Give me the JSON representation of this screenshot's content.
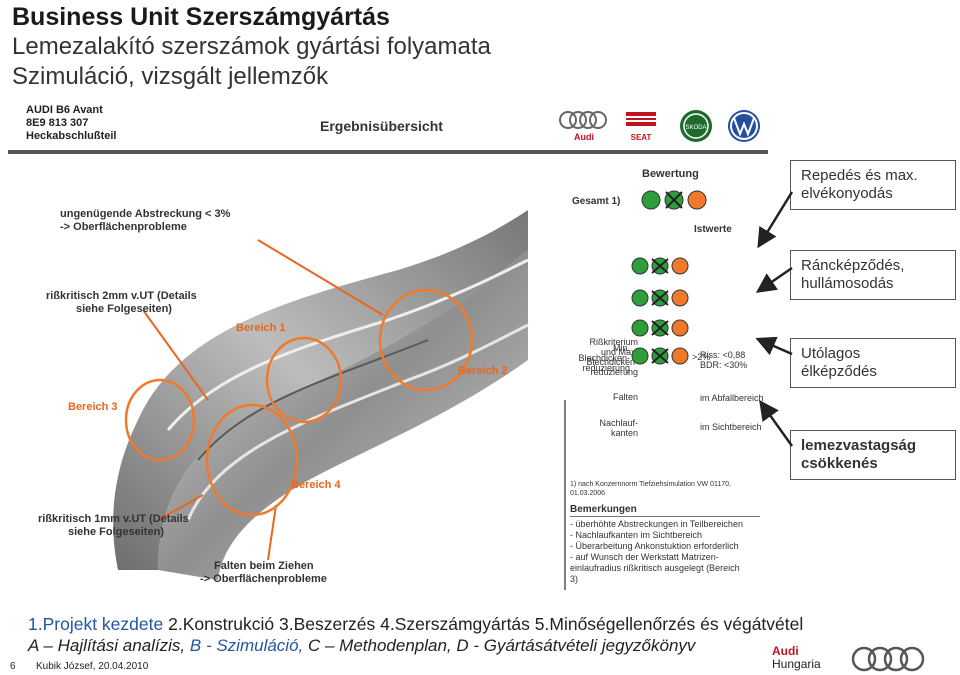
{
  "header": {
    "title": "Business Unit Szerszámgyártás",
    "subtitle1": "Lemezalakító szerszámok gyártási folyamata",
    "subtitle2": "Szimuláció, vizsgált jellemzők"
  },
  "figure": {
    "doc_head": [
      "AUDI B6 Avant",
      "8E9 813 307",
      "Heckabschlußteil"
    ],
    "doc_title": "Ergebnisübersicht",
    "logos": [
      "Audi",
      "SEAT",
      "SKODA",
      "VW"
    ],
    "annotations": {
      "top_left": [
        "ungenügende Abstreckung < 3%",
        "-> Oberflächenprobleme"
      ],
      "mid_left": [
        "rißkritisch 2mm v.UT  (Details",
        "siehe Folgeseiten)"
      ],
      "bottom_left": [
        "rißkritisch 1mm v.UT  (Details",
        "siehe Folgeseiten)"
      ],
      "bottom": [
        "Falten beim Ziehen",
        "-> Oberflächenprobleme"
      ]
    },
    "bereiche": [
      "Bereich 1",
      "Bereich 2",
      "Bereich 3",
      "Bereich 4"
    ],
    "panel": {
      "bewertung": "Bewertung",
      "gesamt": "Gesamt 1)",
      "istwerte": "Istwerte",
      "criteria": [
        {
          "label": [
            "Rißkriterium",
            "und Max.",
            "Blechdicken-",
            "reduzierung"
          ],
          "value": [
            "Riss: <0,88",
            "BDR: <30%"
          ]
        },
        {
          "label": [
            "Falten"
          ],
          "value": [
            "im Abfallbereich"
          ]
        },
        {
          "label": [
            "Nachlauf-",
            "kanten"
          ],
          "value": [
            "im Sichtbereich"
          ]
        },
        {
          "label": [
            "Min.",
            "Blechdicken-",
            "reduzierung"
          ],
          "value": [
            ">2%"
          ]
        }
      ],
      "footnote": [
        "1) nach Konzernnorm Tiefziehsimulation VW 01170,",
        "01.03.2006"
      ],
      "bemerkungen_title": "Bemerkungen",
      "bemerkungen": [
        "- überhöhte Abstreckungen in Teilbereichen",
        "- Nachlaufkanten im Sichtbereich",
        "- Überarbeitung Ankonstuktion erforderlich",
        "- auf Wunsch der Werkstatt Matrizen-",
        "  einlaufradius rißkritisch ausgelegt (Bereich",
        "  3)"
      ]
    }
  },
  "callouts": [
    {
      "lines": [
        "Repedés és max.",
        "elvékonyodás"
      ]
    },
    {
      "lines": [
        "Ráncképződés,",
        "hullámosodás"
      ]
    },
    {
      "lines": [
        "Utólagos",
        "élképződés"
      ]
    },
    {
      "lines": [
        "lemezvastagság",
        "csökkenés"
      ]
    }
  ],
  "process_steps": {
    "first": "1.Projekt kezdete",
    "rest": "2.Konstrukció  3.Beszerzés  4.Szerszámgyártás  5.Minőségellenőrzés és végátvétel"
  },
  "tech_line": {
    "a": "A – Hajlítási analízis, ",
    "b": "B - Szimuláció,",
    "rest": " C – Methodenplan, D - Gyártásátvételi jegyzőkönyv"
  },
  "footer": {
    "page_number": "6",
    "author_date": "Kubik József, 20.04.2010",
    "brand_audi": "Audi",
    "brand_hungaria": "Hungaria"
  },
  "colors": {
    "green": "#2e9e3a",
    "orange": "#f07a2a",
    "accent_blue": "#2255a4",
    "bereich_orange": "#e8661e"
  }
}
